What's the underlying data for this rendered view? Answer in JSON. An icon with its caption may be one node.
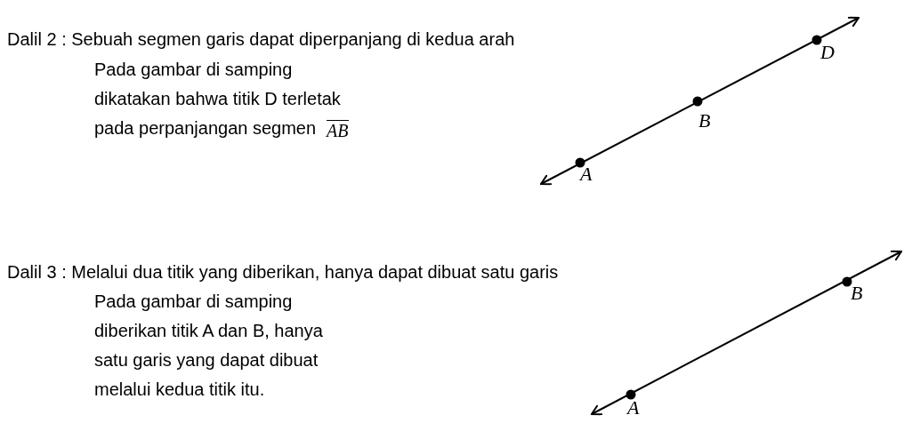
{
  "diagram": {
    "labels": [
      "Dalil 2 : Sebuah segmen garis dapat diperpanjang di kedua arah",
      "Pada gambar di samping dikatakan bahwa titik D terletak pada perpanjangan segmen",
      "AB",
      "D",
      "B",
      "A",
      "Dalil 3 : Melalui dua titik yang diberikan, hanya dapat dibuat satu garis",
      "Pada gambar di samping diberikan titik A dan B, hanya satu garis yang dapat dibuat melalui kedua titik itu.",
      "B",
      "A"
    ]
  }
}
